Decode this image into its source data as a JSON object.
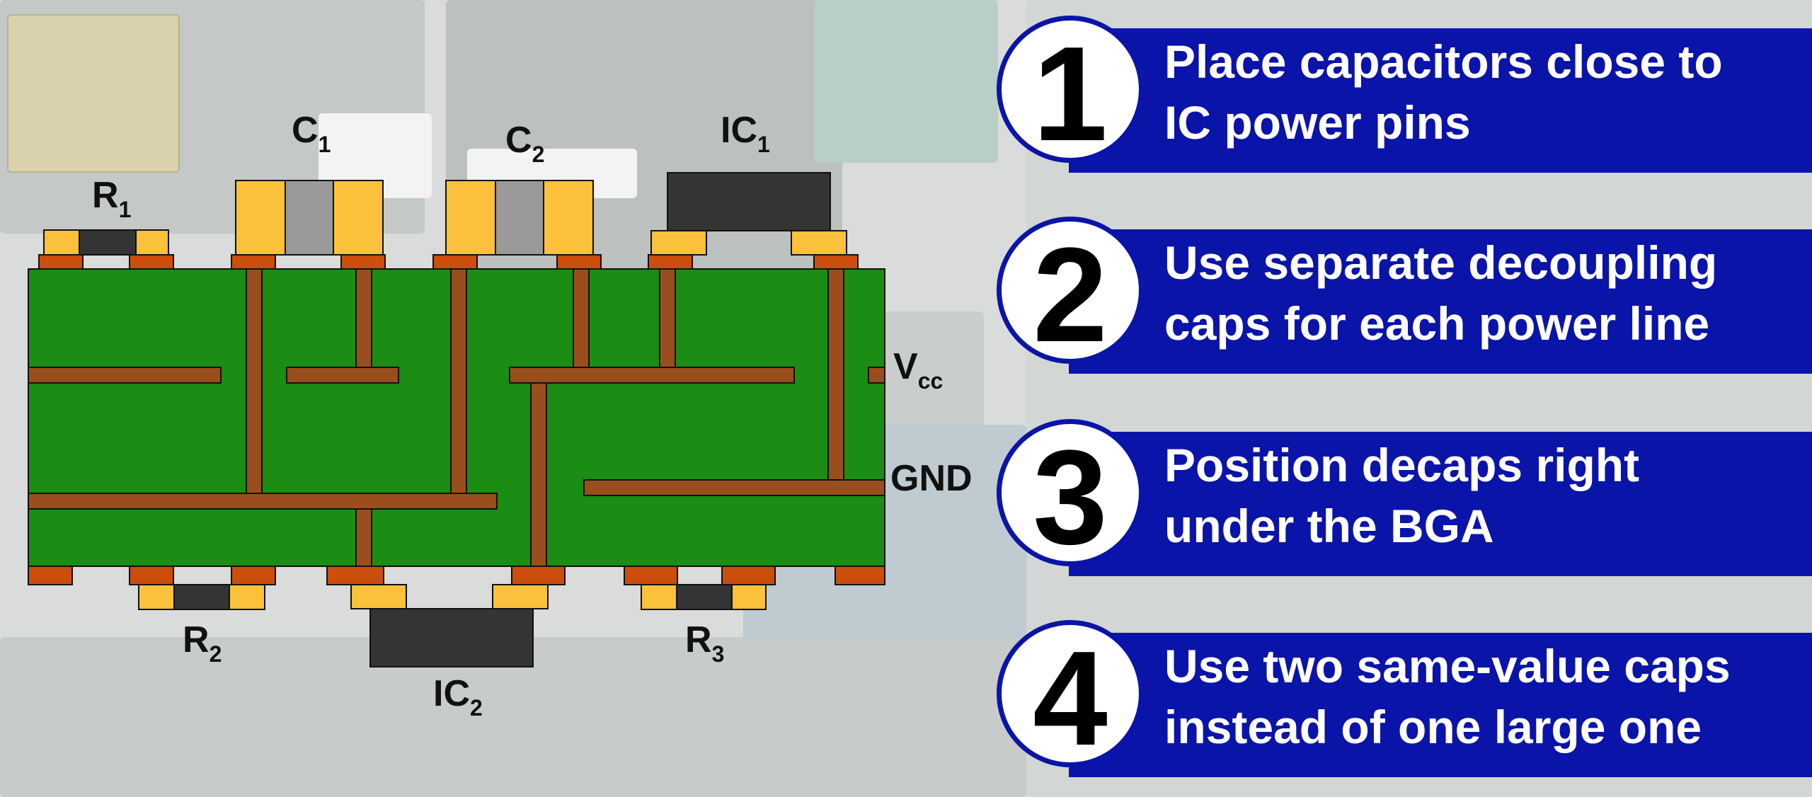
{
  "diagram": {
    "labels": {
      "r1": {
        "main": "R",
        "sub": "1"
      },
      "c1": {
        "main": "C",
        "sub": "1"
      },
      "c2": {
        "main": "C",
        "sub": "2"
      },
      "ic1": {
        "main": "IC",
        "sub": "1"
      },
      "r2": {
        "main": "R",
        "sub": "2"
      },
      "ic2": {
        "main": "IC",
        "sub": "2"
      },
      "r3": {
        "main": "R",
        "sub": "3"
      },
      "vcc": {
        "main": "V",
        "sub": "cc"
      },
      "gnd": {
        "main": "GND",
        "sub": ""
      }
    },
    "colors": {
      "board": "#1b8c14",
      "trace": "#9b4e1d",
      "pad": "#cc4e0c",
      "solder": "#fbc13a",
      "component_body": "#343434",
      "capacitor_body": "#9a9a9a"
    }
  },
  "steps": [
    {
      "number": "1",
      "text_line1": "Place capacitors close to",
      "text_line2": "IC power pins"
    },
    {
      "number": "2",
      "text_line1": "Use separate decoupling",
      "text_line2": "caps for each power line"
    },
    {
      "number": "3",
      "text_line1": "Position decaps right",
      "text_line2": "under the BGA"
    },
    {
      "number": "4",
      "text_line1": "Use two same-value caps",
      "text_line2": "instead of one large one"
    }
  ],
  "theme": {
    "step_bar": "#0b14a8",
    "step_circle": "#ffffff"
  }
}
